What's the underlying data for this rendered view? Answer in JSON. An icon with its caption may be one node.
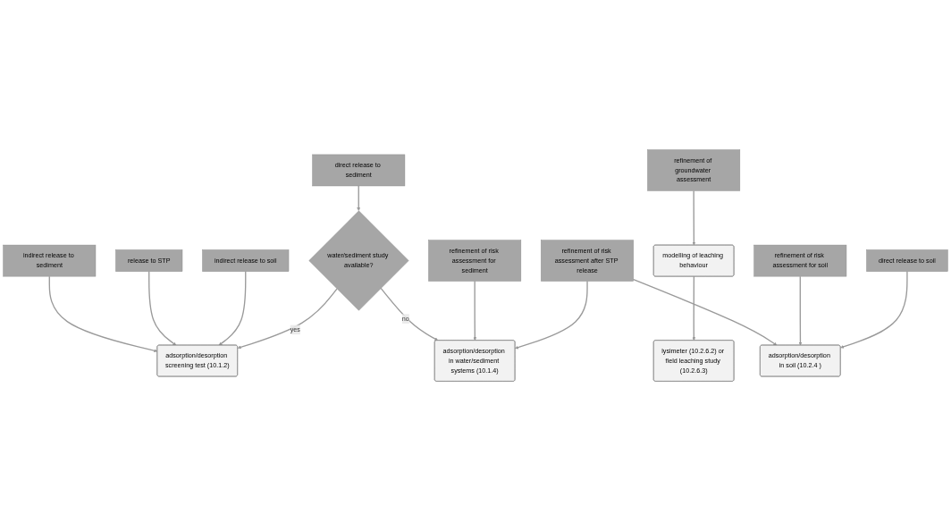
{
  "diagram": {
    "nodes": [
      {
        "text": [
          "direct release to sediment"
        ]
      },
      {
        "text": [
          "indirect release to sediment"
        ]
      },
      {
        "text": [
          "release to STP"
        ]
      },
      {
        "text": [
          "indirect release to soil"
        ]
      },
      {
        "text": [
          "direct release to soil"
        ]
      },
      {
        "text": [
          "adsorption/desorption screening test (10.1.2)"
        ]
      },
      {
        "text": [
          "water/sediment study available?"
        ]
      },
      {
        "text": [
          "refinement of risk assessment for sediment"
        ]
      },
      {
        "text": [
          "refinement of risk assessment after STP release"
        ]
      },
      {
        "text": [
          "refinement of risk assessment for soil"
        ]
      },
      {
        "text": [
          "refinement of groundwater assessment"
        ]
      },
      {
        "text": [
          "adsorption/desorption in water/sediment systems (10.1.4)"
        ]
      },
      {
        "text": [
          "adsorption/desorption in soil (10.2.4 )"
        ]
      },
      {
        "text": [
          "modelling of leaching behaviour"
        ]
      },
      {
        "text": [
          "lysimeter (10.2.6.2) or field leaching study (10.2.6.3)"
        ]
      }
    ],
    "edges": [
      {
        "from": 0,
        "to": 6,
        "arrow": "to"
      },
      {
        "from": 1,
        "to": 5,
        "arrow": "to"
      },
      {
        "from": 2,
        "to": 5,
        "arrow": "to"
      },
      {
        "from": 3,
        "to": 5,
        "arrow": "to"
      },
      {
        "from": 6,
        "to": 5,
        "arrow": "to",
        "label": "yes"
      },
      {
        "from": 6,
        "to": 11,
        "arrow": "to",
        "label": "no"
      },
      {
        "from": 7,
        "to": 11,
        "arrow": "to"
      },
      {
        "from": 8,
        "to": 11,
        "arrow": "to"
      },
      {
        "from": 8,
        "to": 12,
        "arrow": "to"
      },
      {
        "from": 9,
        "to": 12,
        "arrow": "to"
      },
      {
        "from": 4,
        "to": 12,
        "arrow": "to"
      },
      {
        "from": 10,
        "to": 13,
        "arrow": "to"
      },
      {
        "from": 13,
        "to": 14,
        "arrow": "to"
      }
    ]
  }
}
